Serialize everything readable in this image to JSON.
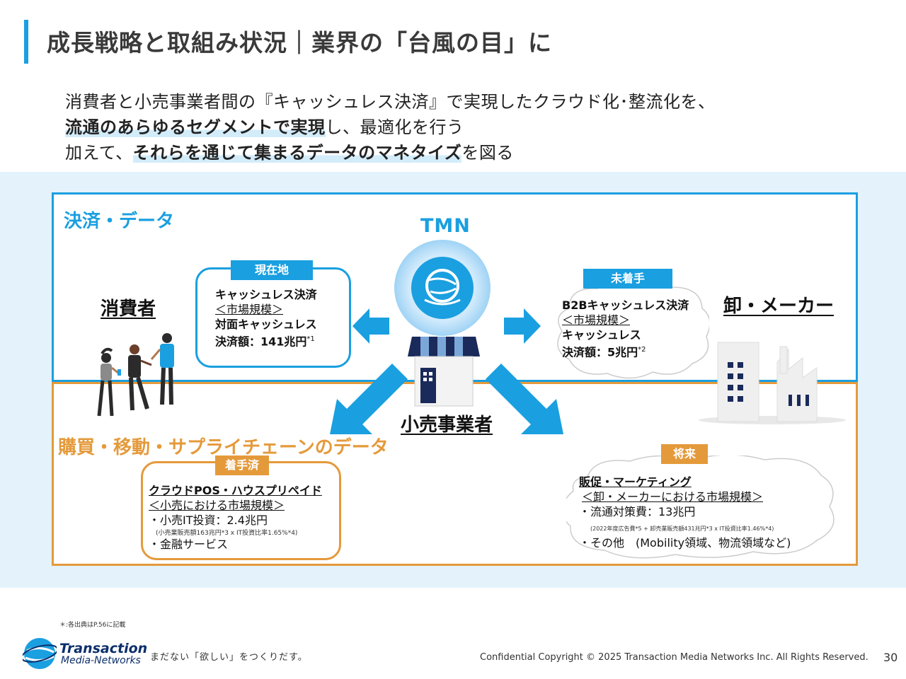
{
  "header": {
    "title": "成長戦略と取組み状況｜業界の「台風の目」に"
  },
  "lead": {
    "line1": "消費者と小売事業者間の『キャッシュレス決済』で実現したクラウド化･整流化を、",
    "line2_bold": "流通のあらゆるセグメントで実現",
    "line2_rest": "し、最適化を行う",
    "line3_pre": "加えて、",
    "line3_bold": "それらを通じて集まるデータのマネタイズ",
    "line3_post": "を図る"
  },
  "diagram": {
    "section_top": "決済・データ",
    "section_bottom": "購買・移動・サプライチェーンのデータ",
    "tmn": "TMN",
    "consumer": "消費者",
    "retailer": "小売事業者",
    "wholesaler": "卸・メーカー",
    "card_current": {
      "tag": "現在地",
      "line1": "キャッシュレス決済",
      "line2": "＜市場規模＞",
      "line3": "対面キャッシュレス",
      "line4": "決済額：141兆円",
      "note": "*1"
    },
    "card_unstarted": {
      "tag": "未着手",
      "line1": "B2Bキャッシュレス決済",
      "line2": "＜市場規模＞",
      "line3": "キャッシュレス",
      "line4": "決済額：5兆円",
      "note": "*2"
    },
    "card_started": {
      "tag": "着手済",
      "line1": "クラウドPOS・ハウスプリペイド",
      "line2": "＜小売における市場規模＞",
      "line3": "・小売IT投資：2.4兆円",
      "line4": "(小売業販売額163兆円*3 x IT投資比率1.65%*4)",
      "line5": "・金融サービス"
    },
    "card_future": {
      "tag": "将来",
      "line1": "販促・マーケティング",
      "line2": "＜卸・メーカーにおける市場規模＞",
      "line3": "・流通対策費：13兆円",
      "line4": "(2022年度広告費*5 + 卸売業販売額431兆円*3 x IT投資比率1.46%*4)",
      "line5": "・その他　(Mobility領域、物流領域など)"
    }
  },
  "footer": {
    "note": "＊:各出典はP.56に記載",
    "logo_line1": "Transaction",
    "logo_line2": "Media-Networks",
    "tagline": "まだない「欲しい」をつくりだす。",
    "copyright": "Confidential  Copyright © 2025 Transaction Media Networks Inc. All Rights Reserved.",
    "page": "30"
  },
  "colors": {
    "accent_blue": "#1a9fe0",
    "accent_orange": "#e49a3b",
    "band_bg": "#e4f2fb",
    "highlight": "#d3ecfa"
  }
}
